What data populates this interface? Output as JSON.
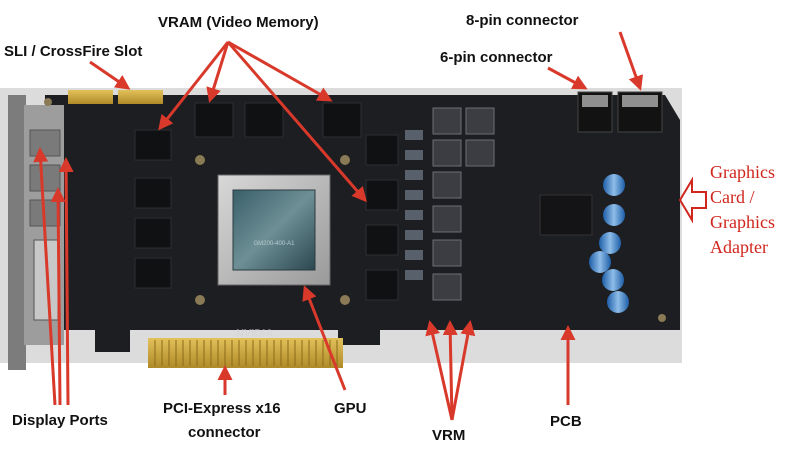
{
  "labels": {
    "vram": "VRAM (Video Memory)",
    "sli": "SLI / CrossFire Slot",
    "eight_pin": "8-pin connector",
    "six_pin": "6-pin connector",
    "display_ports": "Display Ports",
    "pcie_line1": "PCI-Express x16",
    "pcie_line2": "connector",
    "gpu": "GPU",
    "vrm": "VRM",
    "pcb": "PCB"
  },
  "side_label": {
    "lines": [
      "Graphics",
      "Card /",
      "Graphics",
      "Adapter"
    ]
  },
  "board_markings": {
    "brand": "NVIDIA",
    "chip_text": "GM200-400-A1"
  },
  "colors": {
    "label_text": "#111111",
    "arrow_red": "#d8392b",
    "side_text": "#d0261d",
    "pcb": "#1d1e22",
    "gold": "#c9a23a"
  }
}
